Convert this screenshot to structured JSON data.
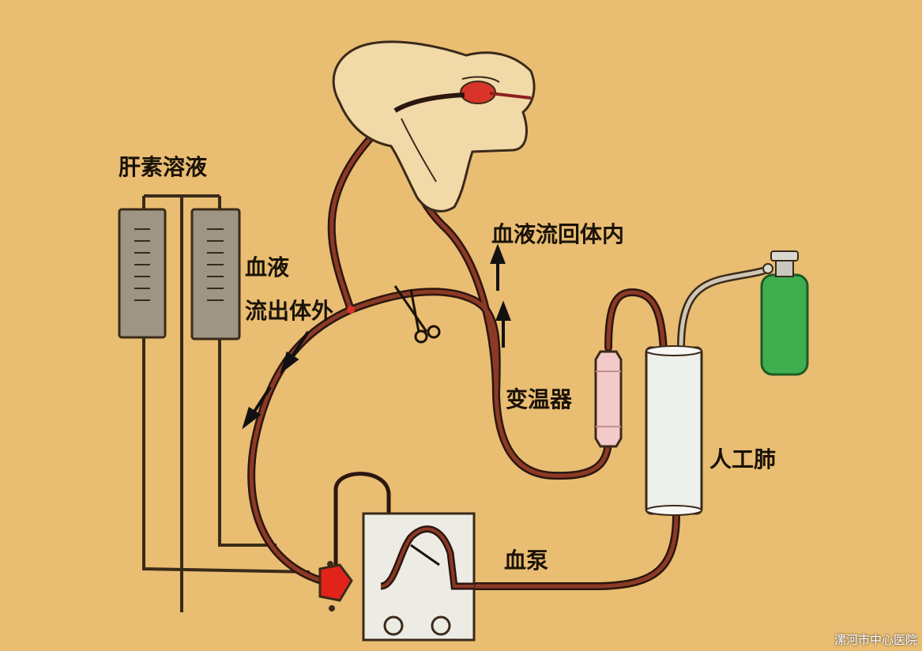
{
  "labels": {
    "heparin_solution": "肝素溶液",
    "blood_out_line1": "血液",
    "blood_out_line2": "流出体外",
    "blood_return": "血液流回体内",
    "heat_exchanger": "变温器",
    "artificial_lung": "人工肺",
    "blood_pump": "血泵"
  },
  "watermark": "漯河市中心医院",
  "colors": {
    "background": "#e9bd72",
    "tube": "#5a2418",
    "tube_highlight": "#8c3a25",
    "bag": "#9e9584",
    "skin": "#f1d9a8",
    "oxygen_tank": "#3fae4f",
    "heat_exchanger": "#f4c9c9",
    "lung": "#eef0ec",
    "pump_body": "#ecebe4",
    "pump_valve": "#e2231a"
  },
  "icons": [
    "patient-head-illustration",
    "clamp-icon",
    "oxygen-tank-icon",
    "flow-arrow-icon"
  ]
}
